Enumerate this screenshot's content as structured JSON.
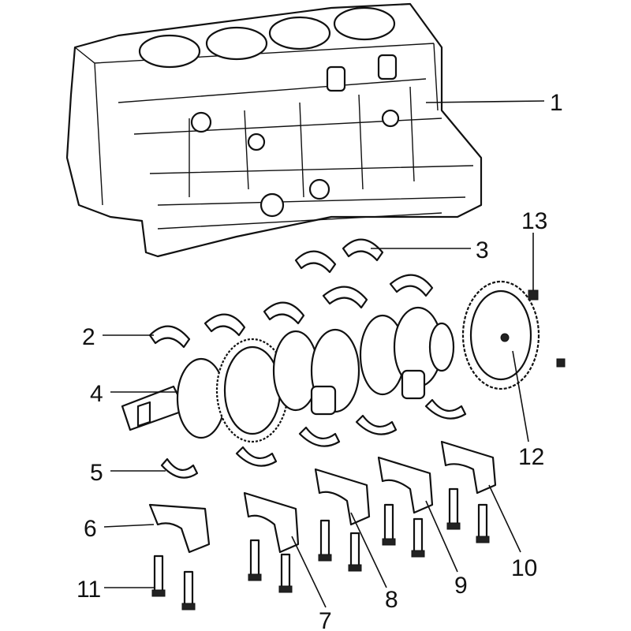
{
  "diagram": {
    "callouts": [
      {
        "number": "1",
        "part": "cylinder-block"
      },
      {
        "number": "2",
        "part": "upper-main-bearing"
      },
      {
        "number": "3",
        "part": "upper-main-bearing-grooved"
      },
      {
        "number": "4",
        "part": "crankshaft"
      },
      {
        "number": "5",
        "part": "lower-main-bearing"
      },
      {
        "number": "6",
        "part": "main-bearing-cap-1"
      },
      {
        "number": "7",
        "part": "main-bearing-cap-2"
      },
      {
        "number": "8",
        "part": "main-bearing-cap-3"
      },
      {
        "number": "9",
        "part": "main-bearing-cap-4"
      },
      {
        "number": "10",
        "part": "main-bearing-cap-5"
      },
      {
        "number": "11",
        "part": "main-bearing-cap-bolt"
      },
      {
        "number": "12",
        "part": "crankshaft-position-sensor-plate"
      },
      {
        "number": "13",
        "part": "plate-bolt"
      }
    ]
  }
}
